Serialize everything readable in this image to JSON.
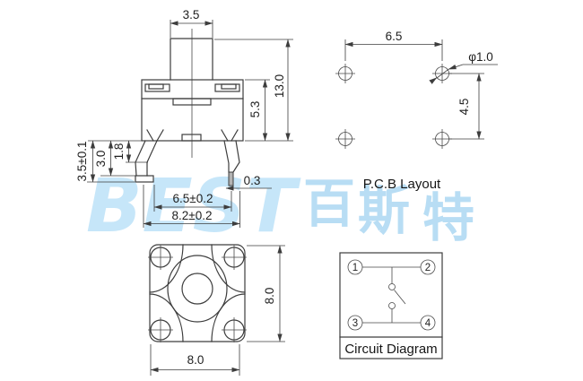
{
  "front_view": {
    "dim_top_width": "3.5",
    "dim_total_height": "13.0",
    "dim_body_height": "5.3",
    "dim_lead_bend": "1.8",
    "dim_lead_mid": "3.0",
    "dim_lead_length": "3.5±0.1",
    "dim_lead_thickness": "0.3",
    "dim_lead_pitch": "6.5±0.2",
    "dim_outer_span": "8.2±0.2"
  },
  "pcb_layout": {
    "title": "P.C.B Layout",
    "dim_hole_pitch_h": "6.5",
    "dim_hole_diameter": "φ1.0",
    "dim_hole_pitch_v": "4.5"
  },
  "top_view": {
    "dim_width": "8.0",
    "dim_height": "8.0"
  },
  "circuit_diagram": {
    "title": "Circuit Diagram",
    "pins": [
      "1",
      "2",
      "3",
      "4"
    ]
  },
  "watermark": {
    "text": "BEST",
    "cjk": [
      "百",
      "斯",
      "特"
    ]
  },
  "colors": {
    "line": "#3d3d3d",
    "text": "#1f1f1f",
    "watermark_blue": "#c6e6f9",
    "watermark_cjk_blue": "#b8ddf4",
    "lead_fill": "#b3b3b3",
    "background": "#ffffff"
  }
}
